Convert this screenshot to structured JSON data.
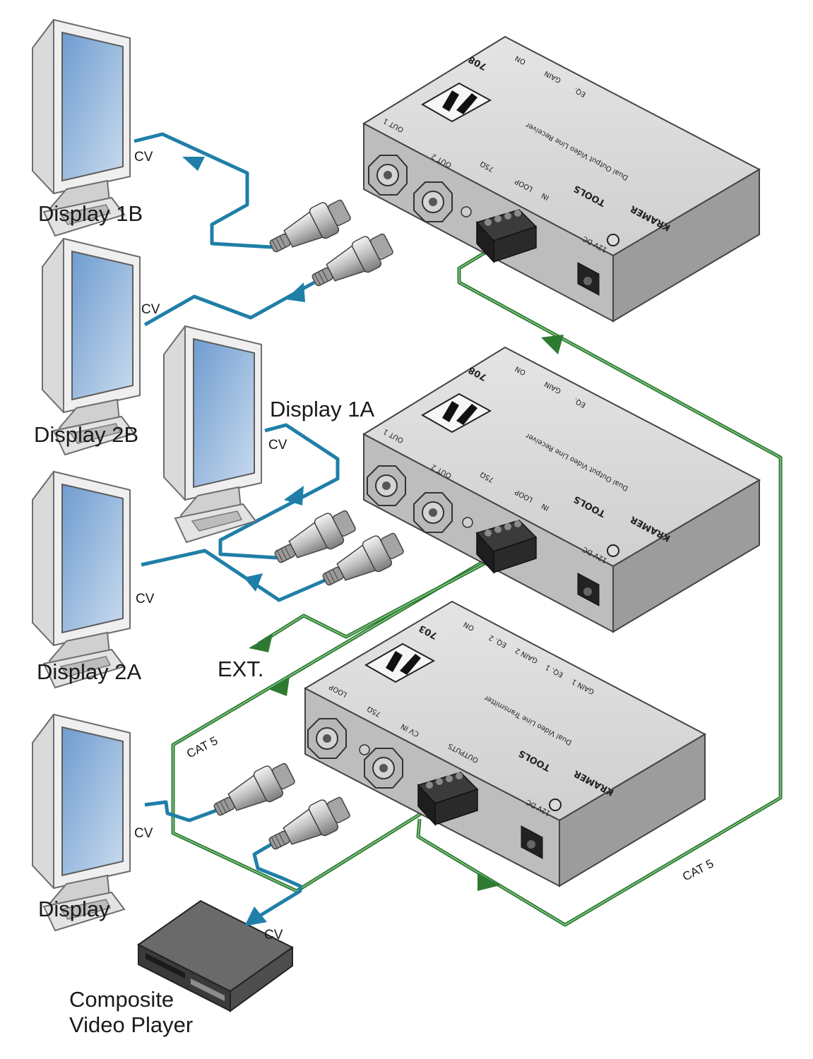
{
  "labels": {
    "display_1b": "Display 1B",
    "display_2b": "Display 2B",
    "display_1a": "Display 1A",
    "display_2a": "Display 2A",
    "display": "Display",
    "ext": "EXT.",
    "player_line1": "Composite",
    "player_line2": "Video Player",
    "cv": "CV",
    "cat5": "CAT 5"
  },
  "devices": {
    "receiver_top": {
      "model": "708",
      "brand": "KRAMER",
      "series": "TOOLS",
      "description": "Dual Output Video Line Receiver",
      "port_out1": "OUT 1",
      "port_out2": "OUT 2",
      "port_in": "IN",
      "port_loop": "LOOP",
      "term": "75Ω",
      "on": "ON",
      "power": "12V DC",
      "top_labels": [
        "ON",
        "GAIN",
        "EQ."
      ]
    },
    "receiver_middle": {
      "model": "708",
      "brand": "KRAMER",
      "series": "TOOLS",
      "description": "Dual Output Video Line Receiver",
      "port_out1": "OUT 1",
      "port_out2": "OUT 2",
      "port_in": "IN",
      "port_loop": "LOOP",
      "term": "75Ω",
      "on": "ON",
      "power": "12V DC",
      "top_labels": [
        "ON",
        "GAIN",
        "EQ."
      ]
    },
    "transmitter": {
      "model": "703",
      "brand": "KRAMER",
      "series": "TOOLS",
      "description": "Dual Video Line Transmitter",
      "port_loop": "LOOP",
      "port_cvin": "CV IN",
      "outputs": "OUTPUTS",
      "term": "75Ω",
      "on": "ON",
      "power": "12V DC",
      "top_labels": [
        "ON",
        "EQ. 2",
        "GAIN 2",
        "EQ. 1",
        "GAIN 1"
      ]
    }
  },
  "colors": {
    "cv_cable": "#1f7fa8",
    "cat5_cable": "#2e7a32",
    "device_body": "#c9c9c9",
    "monitor_screen": "#a9c4e2"
  }
}
